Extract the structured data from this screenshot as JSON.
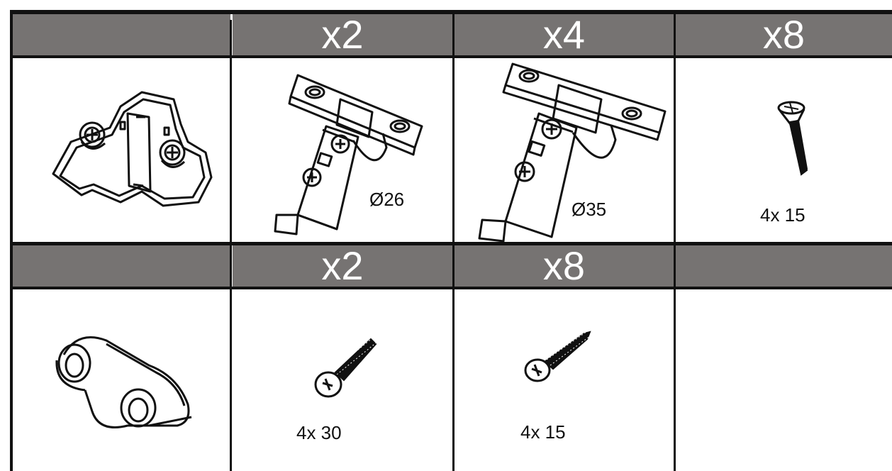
{
  "header_row_1": [
    "",
    "x2",
    "x4",
    "x8"
  ],
  "header_row_2": [
    "",
    "x2",
    "x8",
    ""
  ],
  "items": {
    "mounting_plate": {
      "label": ""
    },
    "hinge_small": {
      "label": "Ø26"
    },
    "hinge_large": {
      "label": "Ø35"
    },
    "countersunk_screw": {
      "label": "4x 15"
    },
    "cable_clip": {
      "label": ""
    },
    "long_screw": {
      "label": "4x 30"
    },
    "short_screw": {
      "label": "4x 15"
    }
  },
  "colors": {
    "header": "#767372",
    "line": "#111111"
  }
}
